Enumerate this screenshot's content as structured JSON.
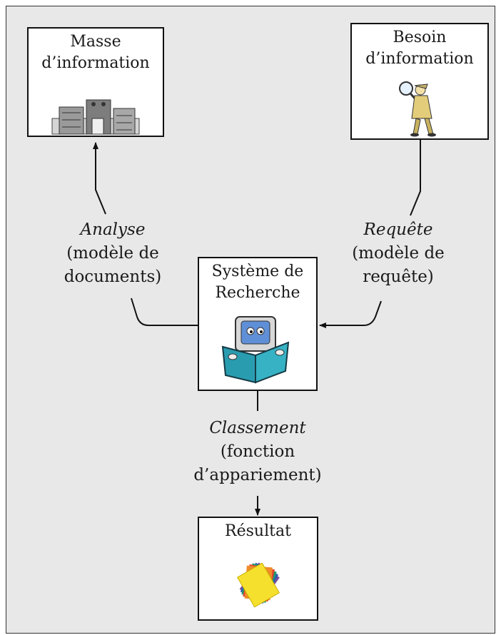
{
  "nodes": {
    "masse": {
      "line1": "Masse",
      "line2": "d’information",
      "icon": "library-building-icon"
    },
    "besoin": {
      "line1": "Besoin",
      "line2": "d’information",
      "icon": "detective-magnifier-icon"
    },
    "systeme": {
      "line1": "Système de",
      "line2": "Recherche",
      "icon": "computer-reading-book-icon"
    },
    "resultat": {
      "line1": "Résultat",
      "icon": "document-stack-icon"
    }
  },
  "edges": {
    "analyse": {
      "title": "Analyse",
      "line1": "(modèle de",
      "line2": "documents)"
    },
    "requete": {
      "title": "Requête",
      "line1": "(modèle de",
      "line2": "requête)"
    },
    "classement": {
      "title": "Classement",
      "line1": "(fonction",
      "line2": "d’appariement)"
    }
  },
  "colors": {
    "frame_bg": "#e8e8e8",
    "node_bg": "#ffffff",
    "line": "#111111"
  }
}
